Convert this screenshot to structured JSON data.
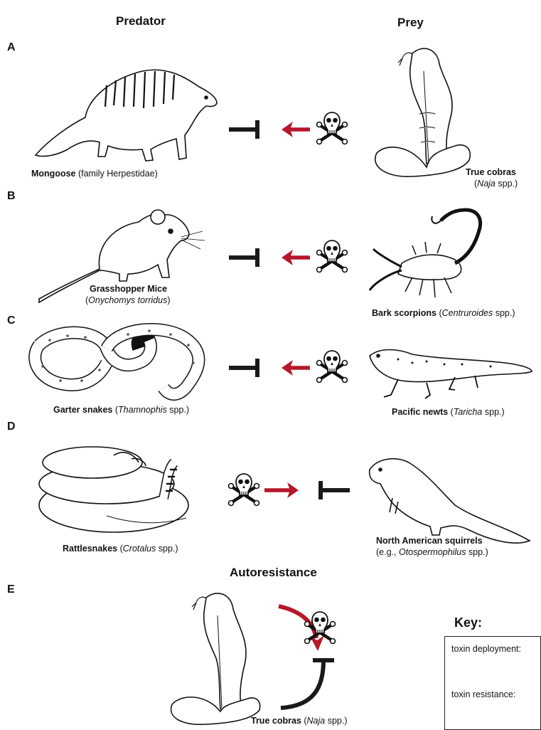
{
  "headers": {
    "predator": "Predator",
    "prey": "Prey",
    "autoresistance": "Autoresistance"
  },
  "panels": [
    "A",
    "B",
    "C",
    "D",
    "E"
  ],
  "captions": {
    "a_predator": {
      "bold": "Mongoose",
      "rest": " (family Herpestidae)"
    },
    "a_prey_line1": "True cobras",
    "a_prey_line2": {
      "italic": "Naja",
      "rest": " spp.)",
      "open": "("
    },
    "b_predator_line1": "Grasshopper Mice",
    "b_predator_line2": {
      "open": "(",
      "italic": "Onychomys torridus",
      "rest": ")"
    },
    "b_prey": {
      "bold": "Bark scorpions",
      "open": " (",
      "italic": "Centruroides",
      "rest": " spp.)"
    },
    "c_predator": {
      "bold": "Garter snakes",
      "open": " (",
      "italic": "Thamnophis",
      "rest": " spp.)"
    },
    "c_prey": {
      "bold": "Pacific newts",
      "open": " (",
      "italic": "Taricha",
      "rest": " spp.)"
    },
    "d_predator": {
      "bold": "Rattlesnakes",
      "open": " (",
      "italic": "Crotalus",
      "rest": " spp.)"
    },
    "d_prey_line1": "North American squirrels",
    "d_prey_line2": {
      "open": "(e.g., ",
      "italic": "Otospermophilus",
      "rest": " spp.)"
    },
    "e_caption": {
      "bold": "True cobras",
      "open": " (",
      "italic": "Naja",
      "rest": " spp.)"
    }
  },
  "key": {
    "title": "Key:",
    "deployment_label": "toxin deployment:",
    "resistance_label": "toxin resistance:"
  },
  "colors": {
    "arrow": "#b5172b",
    "blocker": "#1a1a1a"
  },
  "icons": [
    "skull-crossbones-icon",
    "arrow-left-icon",
    "arrow-right-icon",
    "t-bar-inhibition-icon"
  ]
}
